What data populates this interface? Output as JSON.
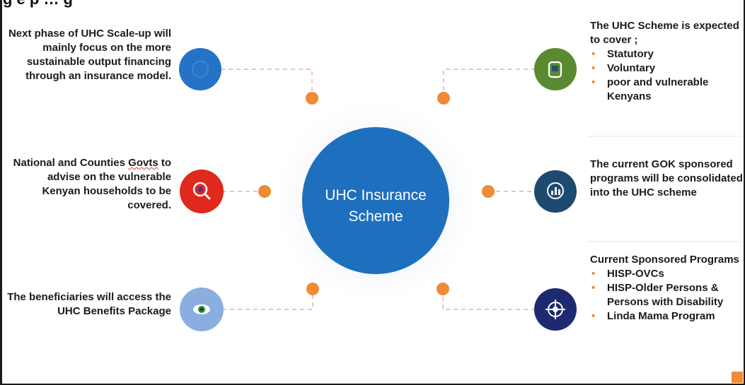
{
  "diagram": {
    "top_title": "g e    p     … g",
    "hub_label": "UHC Insurance Scheme",
    "colors": {
      "hub": "#1f6fbf",
      "connector_dot": "#f08a35",
      "dash": "#f4a7b9",
      "left_top_node": "#2473c6",
      "left_mid_node": "#e0281d",
      "left_bottom_node": "#8aaee0",
      "right_top_node": "#5a8a2f",
      "right_mid_node": "#1f4a70",
      "right_bottom_node": "#1d2a6f"
    },
    "left": [
      {
        "icon": "blank-icon",
        "text": "Next phase of UHC Scale-up will mainly focus on the more sustainable output financing through an insurance model."
      },
      {
        "icon": "magnifier-icon",
        "text_pre": "National and Counties ",
        "text_underlined": "Govts",
        "text_post": " to advise on the vulnerable Kenyan households to be covered."
      },
      {
        "icon": "eye-icon",
        "text": "The  beneficiaries will access the UHC Benefits Package"
      }
    ],
    "right": [
      {
        "icon": "device-icon",
        "title": "The UHC Scheme is expected to cover ;",
        "bullets": [
          "Statutory",
          "Voluntary",
          "poor and vulnerable Kenyans"
        ]
      },
      {
        "icon": "chart-bubble-icon",
        "title": "The current GOK sponsored programs will be consolidated into the UHC scheme",
        "bullets": []
      },
      {
        "icon": "target-icon",
        "title": "Current Sponsored Programs",
        "bullets": [
          "HISP-OVCs",
          "HISP-Older Persons & Persons with Disability",
          "Linda Mama Program"
        ]
      }
    ]
  }
}
